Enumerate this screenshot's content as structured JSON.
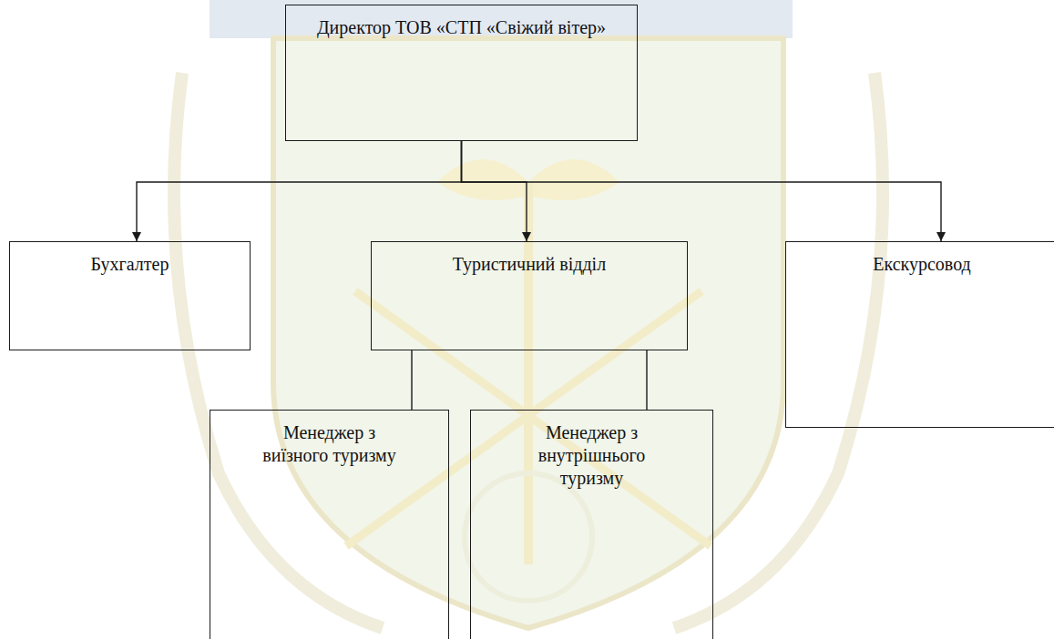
{
  "diagram": {
    "nodes": [
      {
        "text": [
          "Директор ТОВ «СТП «Свіжий вітер»"
        ]
      },
      {
        "text": [
          "Бухгалтер"
        ]
      },
      {
        "text": [
          "Туристичний відділ"
        ]
      },
      {
        "text": [
          "Екскурсовод"
        ]
      },
      {
        "text": [
          "Менеджер з виїзного туризму"
        ]
      },
      {
        "text": [
          "Менеджер з внутрішнього туризму"
        ]
      }
    ],
    "edges": [
      {
        "from": 0,
        "to": 1,
        "arrow": "to"
      },
      {
        "from": 0,
        "to": 2,
        "arrow": "to"
      },
      {
        "from": 0,
        "to": 3,
        "arrow": "to"
      },
      {
        "from": 2,
        "to": 4,
        "arrow": "none"
      },
      {
        "from": 2,
        "to": 5,
        "arrow": "none"
      }
    ]
  }
}
